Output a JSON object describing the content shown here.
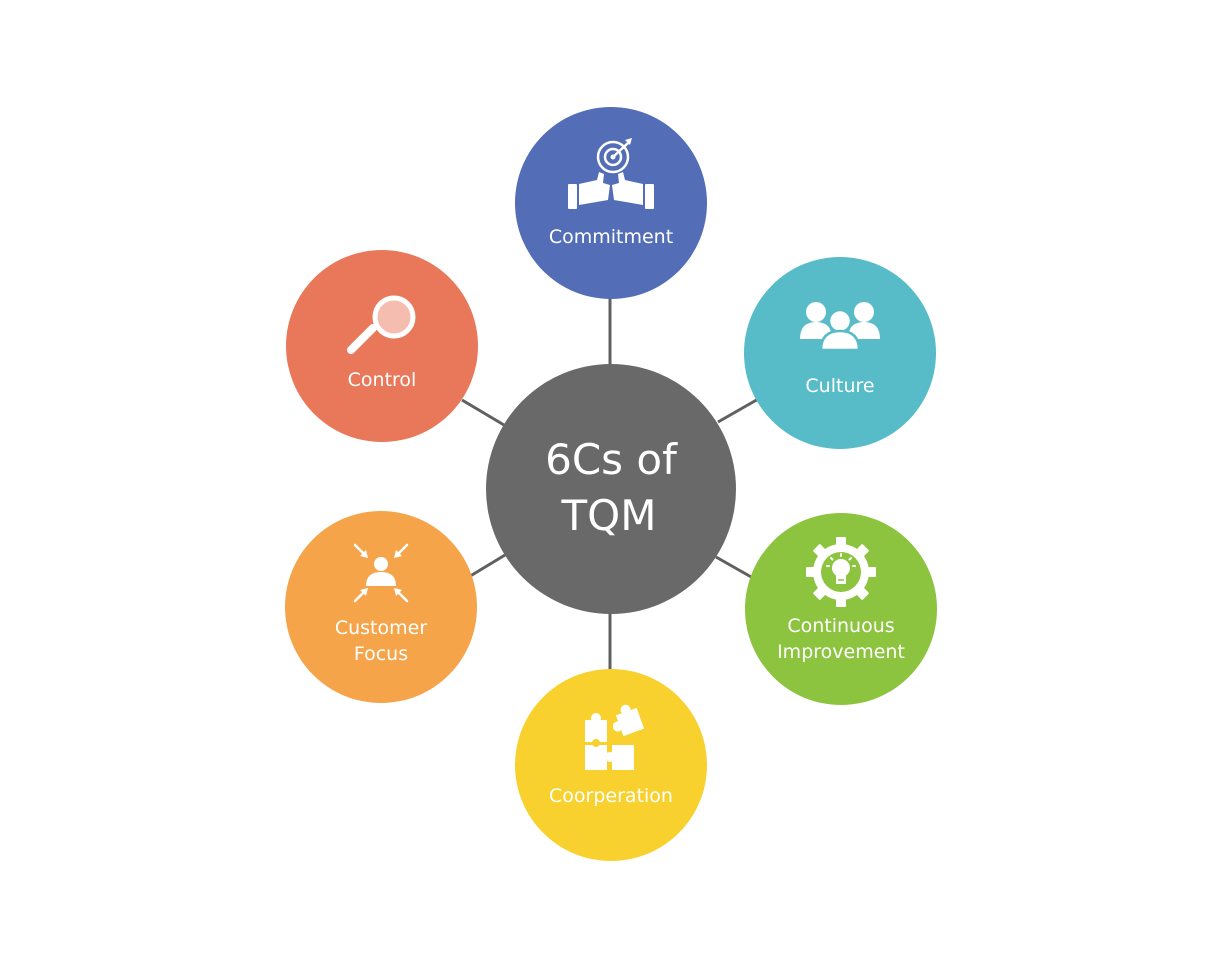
{
  "center": {
    "line1": "6Cs of",
    "line2": "TQM",
    "color": "#686968"
  },
  "connector_color": "#5f6060",
  "nodes": {
    "commitment": {
      "label": "Commitment",
      "color": "#536db6",
      "icon": "handshake-target-icon"
    },
    "culture": {
      "label": "Culture",
      "color": "#58bcc8",
      "icon": "people-group-icon"
    },
    "continuous_improvement": {
      "line1": "Continuous",
      "line2": "Improvement",
      "color": "#8cc43f",
      "icon": "gear-lightbulb-icon"
    },
    "cooperation": {
      "label": "Coorperation",
      "color": "#f8d12f",
      "icon": "puzzle-icon"
    },
    "customer_focus": {
      "line1": "Customer",
      "line2": "Focus",
      "color": "#f5a449",
      "icon": "customer-focus-icon"
    },
    "control": {
      "label": "Control",
      "color": "#e9785a",
      "icon": "magnifier-icon"
    }
  }
}
